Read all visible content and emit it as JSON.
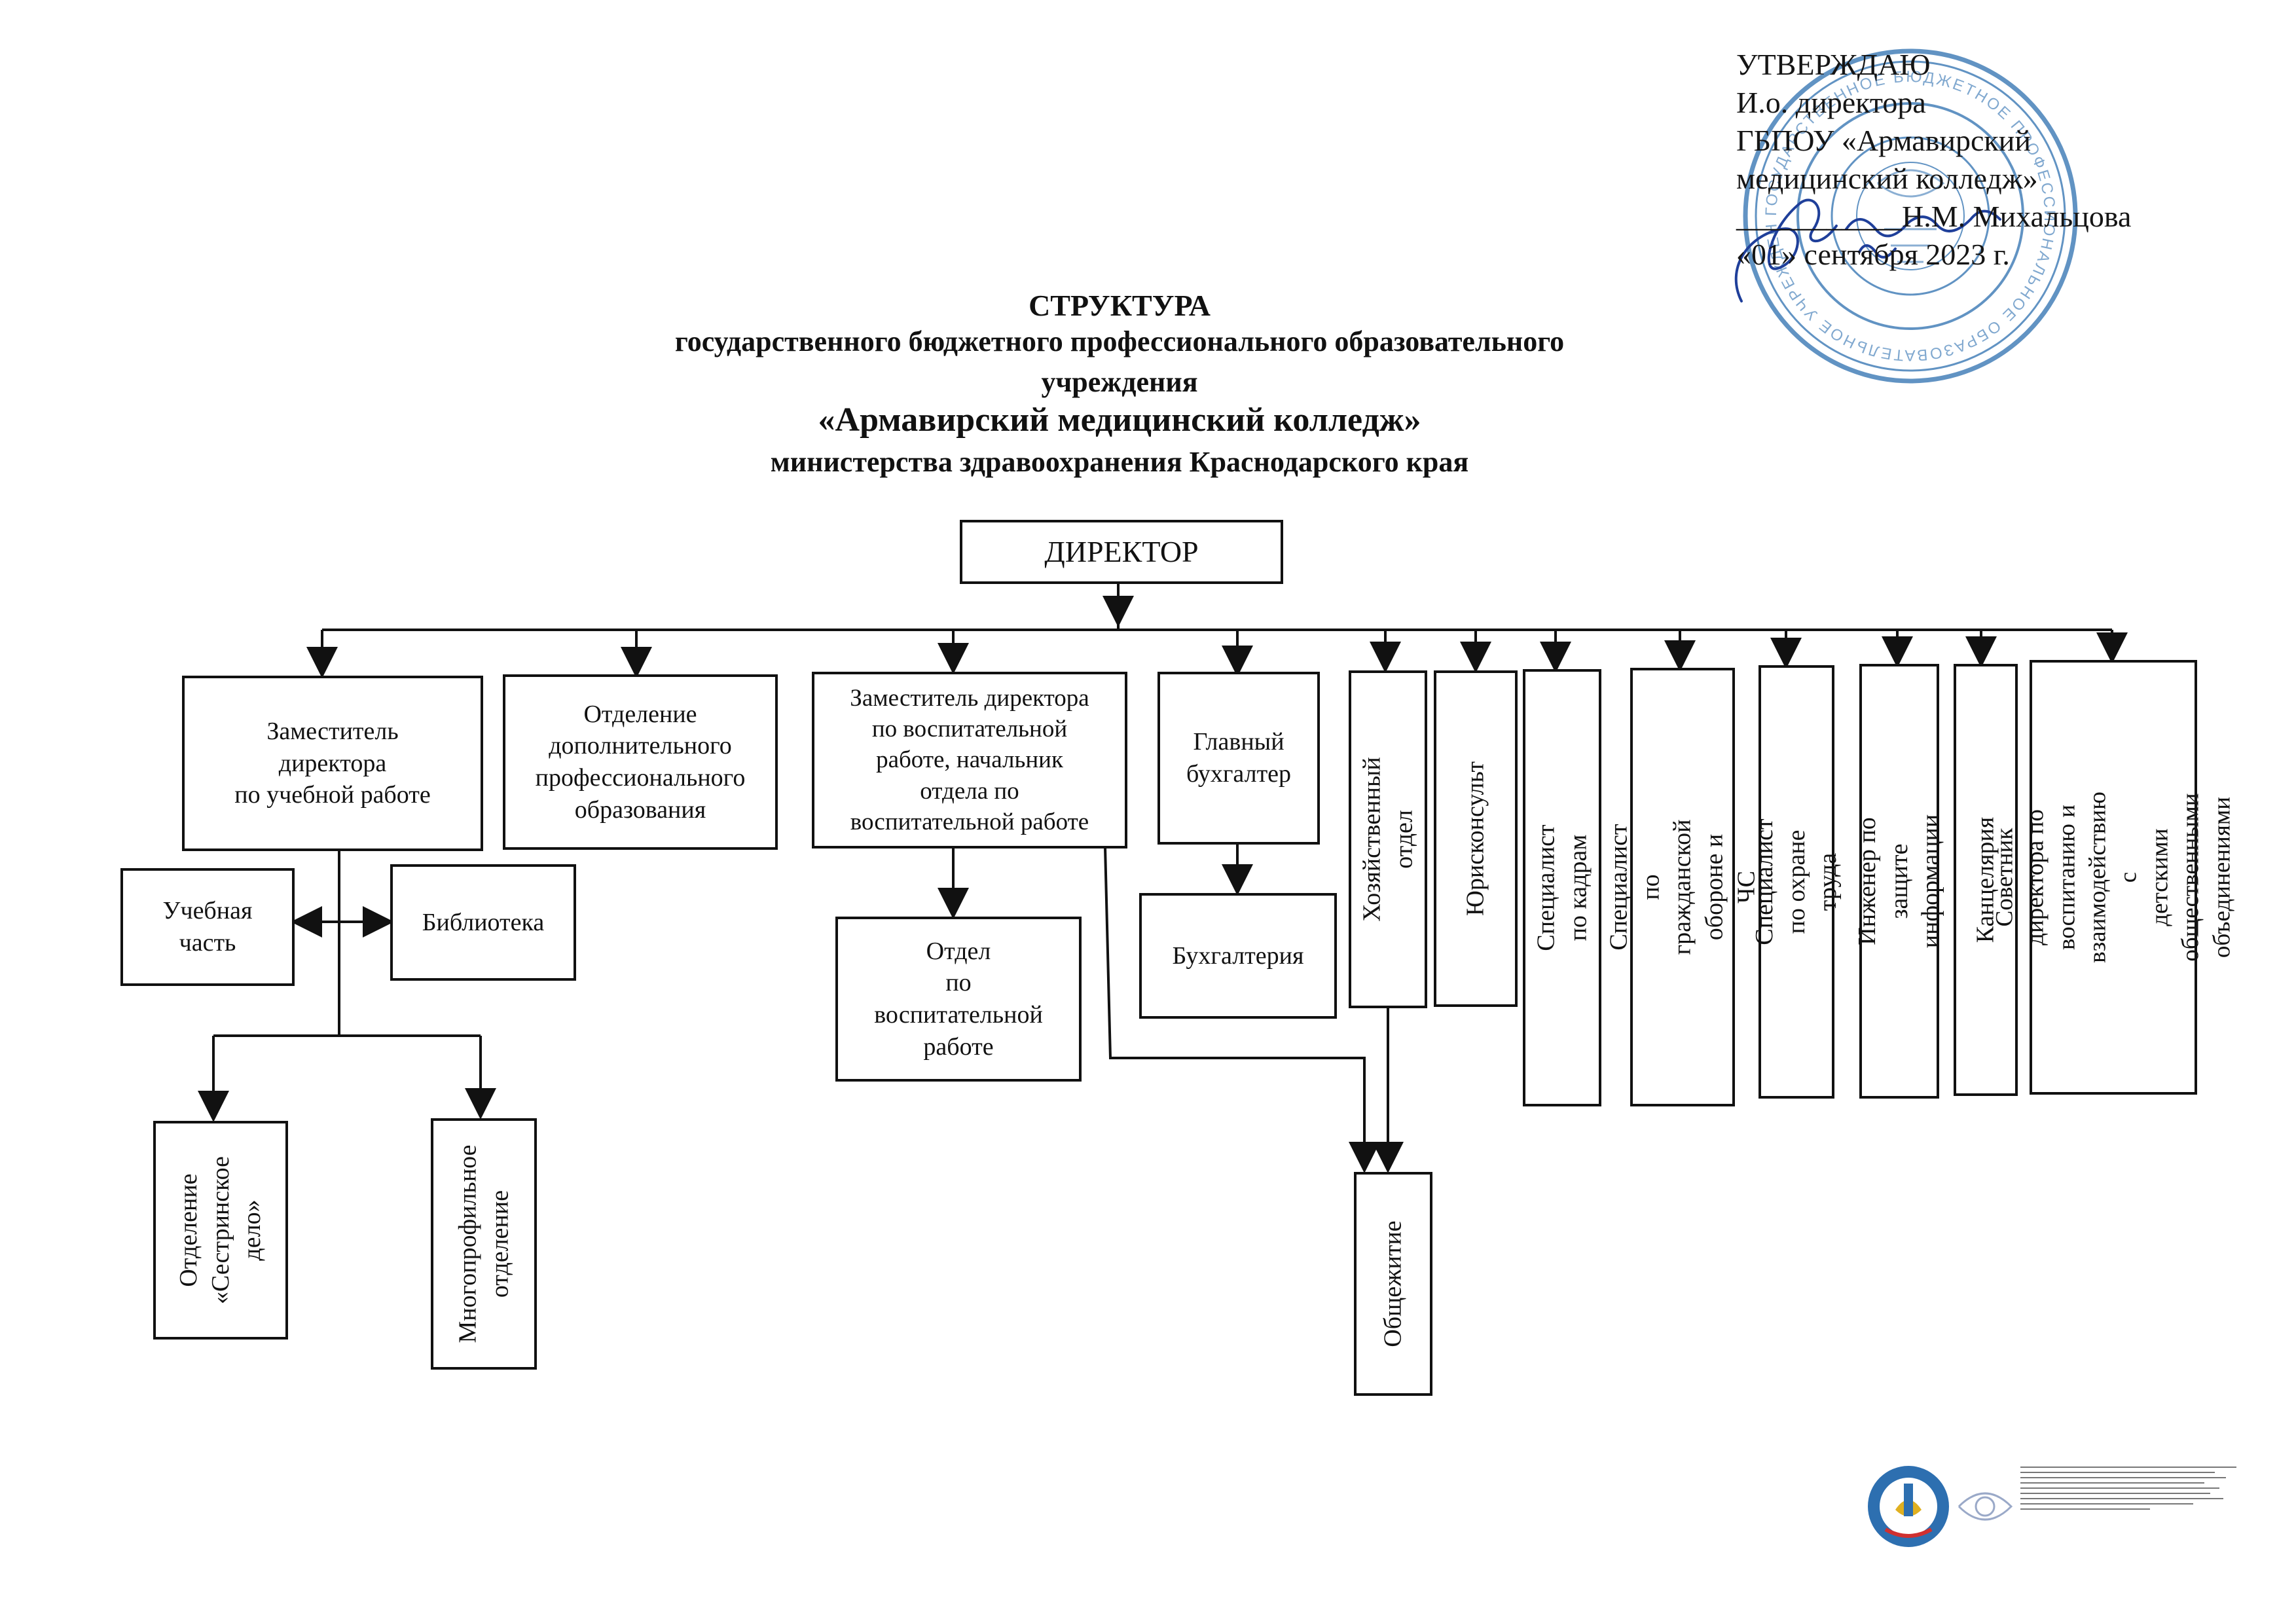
{
  "approval": {
    "line1": "УТВЕРЖДАЮ",
    "line2": "И.о. директора",
    "line3": "ГБПОУ «Армавирский",
    "line4": "медицинский колледж»",
    "line5": "___________Н.М. Михальцова",
    "line6": "«01»  сентября  2023 г."
  },
  "title": {
    "line1": "СТРУКТУРА",
    "line2": "государственного бюджетного  профессионального образовательного",
    "line3": "учреждения",
    "line4": "«Армавирский медицинский колледж»",
    "line5": "министерства здравоохранения Краснодарского края"
  },
  "org": {
    "director": "ДИРЕКТОР",
    "deputy_edu": "Заместитель\nдиректора\nпо учебной работе",
    "dept_add_prof": "Отделение\nдополнительного\nпрофессионального\nобразования",
    "deputy_upbr": "Заместитель директора\nпо воспитательной\nработе, начальник\nотдела по\nвоспитательной работе",
    "chief_accountant": "Главный\nбухгалтер",
    "household": "Хозяйственный отдел",
    "lawyer": "Юрисконсульт",
    "hr": "Специалист  по кадрам",
    "civil_defense": "Специалист по гражданской\nобороне и ЧС",
    "labor_safety": "Специалист по охране труда",
    "info_security": "Инженер по защите информации",
    "chancellery": "Канцелярия",
    "advisor": "Советник директора по\nвоспитанию и взаимодействию с\nдетскими общественными\nобъединениями",
    "study_part": "Учебная\nчасть",
    "library": "Библиотека",
    "upbr_dept": "Отдел\nпо\nвоспитательной\nработе",
    "accounting": "Бухгалтерия",
    "nursing": "Отделение\n«Сестринское\nдело»",
    "multi": "Многопрофильное\nотделение",
    "dormitory": "Общежитие"
  },
  "colors": {
    "stamp": "#2d6fb0",
    "signature": "#1f3f9a",
    "ink": "#111111"
  }
}
